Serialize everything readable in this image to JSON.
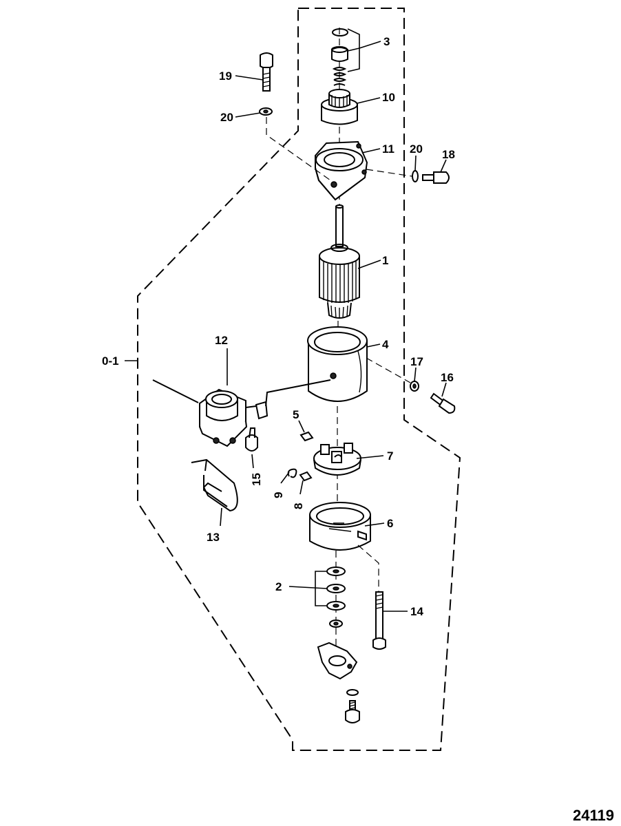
{
  "callouts": {
    "c1": "1",
    "c2": "2",
    "c3": "3",
    "c4": "4",
    "c5": "5",
    "c6": "6",
    "c7": "7",
    "c8": "8",
    "c9": "9",
    "c10": "10",
    "c11": "11",
    "c12": "12",
    "c13": "13",
    "c14": "14",
    "c15": "15",
    "c16": "16",
    "c17": "17",
    "c18": "18",
    "c19": "19",
    "c20a": "20",
    "c20b": "20",
    "assembly": "0-1"
  },
  "figure_number": "24119"
}
